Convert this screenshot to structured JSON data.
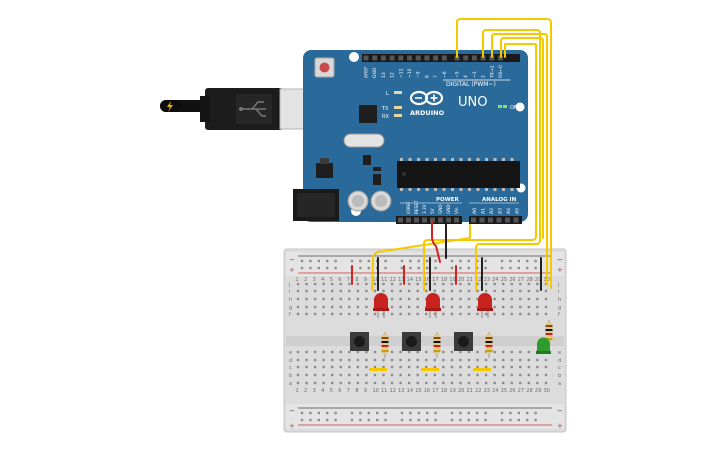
{
  "board": {
    "model": "UNO",
    "brand": "ARDUINO",
    "digital_header": "DIGITAL (PWM~)",
    "analog_header": "ANALOG IN",
    "power_header": "POWER",
    "led_l": "L",
    "led_tx": "TX",
    "led_rx": "RX",
    "on_label": "ON",
    "top_pins": [
      "AREF",
      "GND",
      "13",
      "12",
      "~11",
      "~10",
      "~9",
      "8",
      "7",
      "~6",
      "~5",
      "4",
      "~3",
      "2",
      "TX→1",
      "RX←0"
    ],
    "power_pins": [
      "IOREF",
      "RESET",
      "3.3V",
      "5V",
      "GND",
      "GND",
      "Vin"
    ],
    "analog_pins": [
      "A0",
      "A1",
      "A2",
      "A3",
      "A4",
      "A5"
    ]
  },
  "breadboard": {
    "row_letters_top": [
      "j",
      "i",
      "h",
      "g",
      "f"
    ],
    "row_letters_bottom": [
      "e",
      "d",
      "c",
      "b",
      "a"
    ],
    "column_numbers": [
      "1",
      "2",
      "3",
      "4",
      "5",
      "6",
      "7",
      "8",
      "9",
      "10",
      "11",
      "12",
      "13",
      "14",
      "15",
      "16",
      "17",
      "18",
      "19",
      "20",
      "21",
      "22",
      "23",
      "24",
      "25",
      "26",
      "27",
      "28",
      "29",
      "30"
    ],
    "rail_plus": "+",
    "rail_minus": "−"
  },
  "colors": {
    "board": "#2a6a9a",
    "breadboard": "#dcdcdc",
    "wire_signal": "#f5c800",
    "wire_power": "#d22222",
    "wire_ground": "#222222",
    "led_red": "#c8231e",
    "led_green": "#2e9b2e"
  },
  "components": {
    "leds": [
      "red",
      "red",
      "red",
      "green"
    ],
    "buttons": 3,
    "resistors": 4
  }
}
